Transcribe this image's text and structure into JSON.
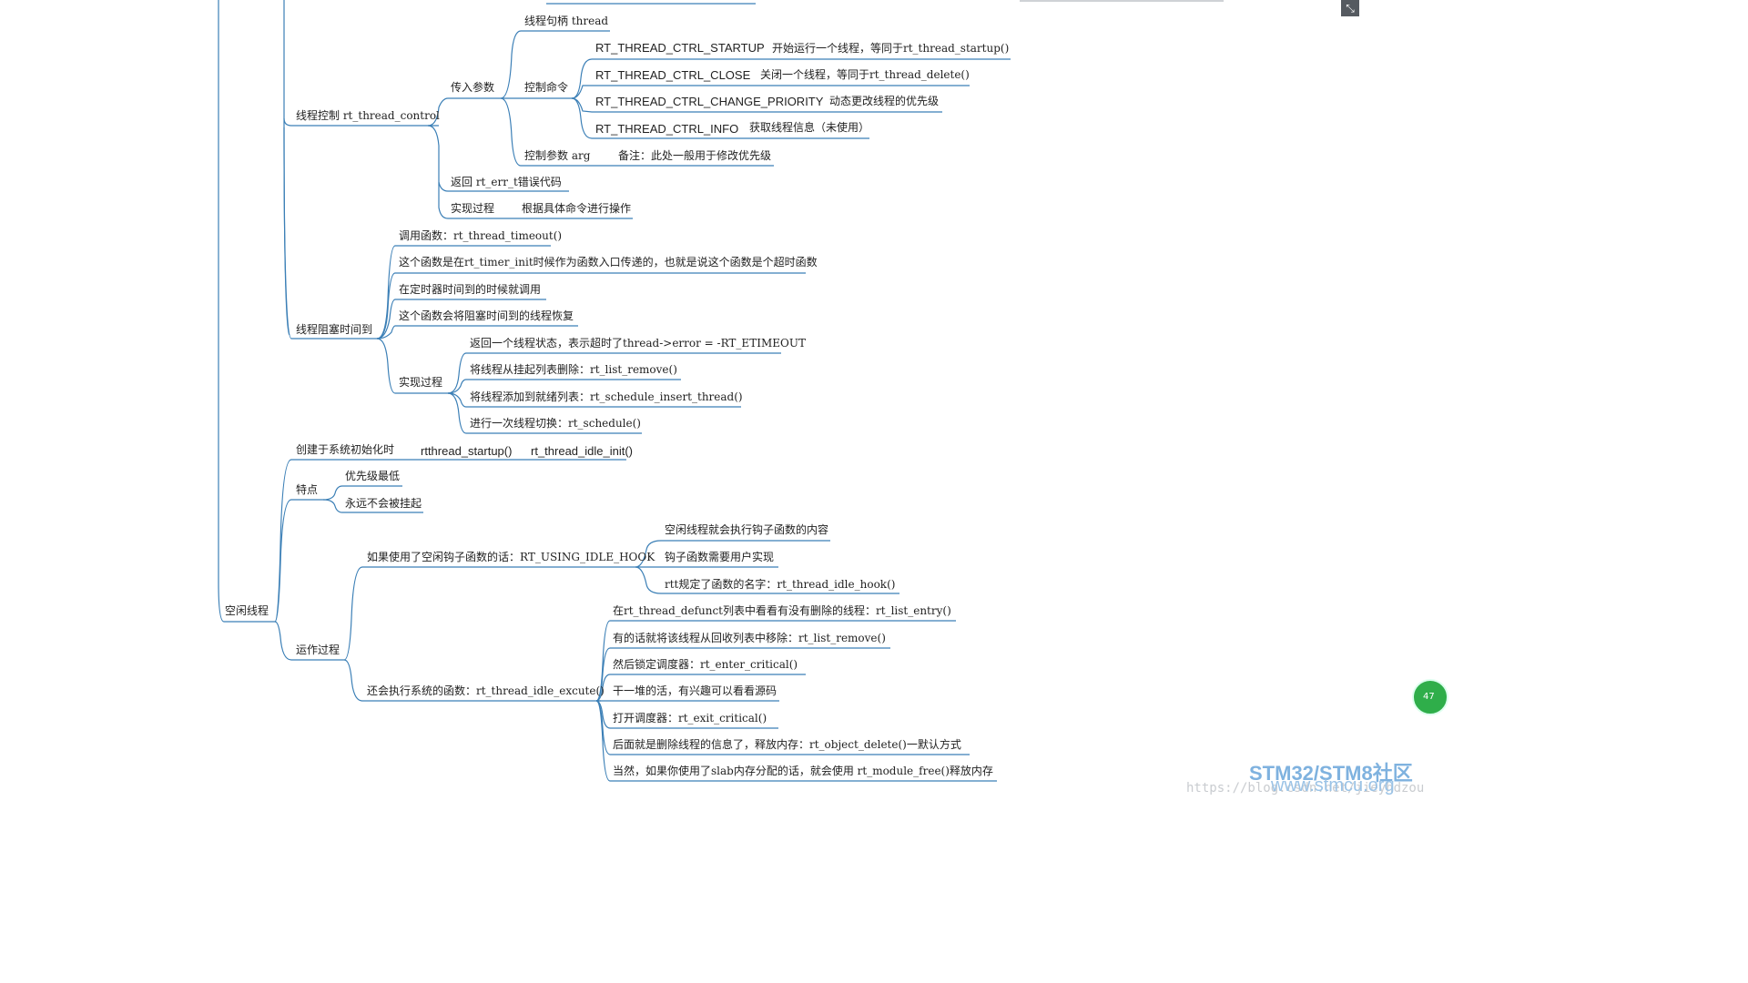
{
  "nodes": {
    "ctrl_root": "线程控制 rt_thread_control",
    "ctrl_params": "传入参数",
    "ctrl_handle": "线程句柄 thread",
    "ctrl_cmd": "控制命令",
    "cmd_startup": "RT_THREAD_CTRL_STARTUP",
    "cmd_startup_desc": "开始运行一个线程，等同于rt_thread_startup()",
    "cmd_close": "RT_THREAD_CTRL_CLOSE",
    "cmd_close_desc": "关闭一个线程，等同于rt_thread_delete()",
    "cmd_prio": "RT_THREAD_CTRL_CHANGE_PRIORITY",
    "cmd_prio_desc": "动态更改线程的优先级",
    "cmd_info": "RT_THREAD_CTRL_INFO",
    "cmd_info_desc": "获取线程信息（未使用）",
    "ctrl_arg": "控制参数 arg",
    "ctrl_arg_note": "备注：此处一般用于修改优先级",
    "ctrl_return": "返回 rt_err_t错误代码",
    "ctrl_impl": "实现过程",
    "ctrl_impl_desc": "根据具体命令进行操作",
    "timeout_root": "线程阻塞时间到",
    "timeout_call": "调用函数：rt_thread_timeout()",
    "timeout_note1": "这个函数是在rt_timer_init时候作为函数入口传递的，也就是说这个函数是个超时函数",
    "timeout_note2": "在定时器时间到的时候就调用",
    "timeout_note3": "这个函数会将阻塞时间到的线程恢复",
    "timeout_impl": "实现过程",
    "timeout_step1": "返回一个线程状态，表示超时了thread->error = -RT_ETIMEOUT",
    "timeout_step2": "将线程从挂起列表删除：rt_list_remove()",
    "timeout_step3": "将线程添加到就绪列表：rt_schedule_insert_thread()",
    "timeout_step4": "进行一次线程切换：rt_schedule()",
    "idle_root": "空闲线程",
    "idle_create": "创建于系统初始化时",
    "idle_create_f1": "rtthread_startup()",
    "idle_create_f2": "rt_thread_idle_init()",
    "idle_feature": "特点",
    "idle_feature1": "优先级最低",
    "idle_feature2": "永远不会被挂起",
    "idle_run": "运作过程",
    "idle_hook": "如果使用了空闲钩子函数的话：RT_USING_IDLE_HOOK",
    "idle_hook1": "空闲线程就会执行钩子函数的内容",
    "idle_hook2": "钩子函数需要用户实现",
    "idle_hook3": "rtt规定了函数的名字：rt_thread_idle_hook()",
    "idle_excute": "还会执行系统的函数：rt_thread_idle_excute()",
    "excute1": "在rt_thread_defunct列表中看看有没有删除的线程：rt_list_entry()",
    "excute2": "有的话就将该线程从回收列表中移除：rt_list_remove()",
    "excute3": "然后锁定调度器：rt_enter_critical()",
    "excute4": "干一堆的活，有兴趣可以看看源码",
    "excute5": "打开调度器：rt_exit_critical()",
    "excute6": "后面就是删除线程的信息了，释放内存：rt_object_delete()一默认方式",
    "excute7": "当然，如果你使用了slab内存分配的话，就会使用 rt_module_free()释放内存"
  },
  "ui": {
    "collapse_icon": "collapse-arrows-icon",
    "badge_text": "47"
  },
  "watermark": {
    "url": "https://blog.csdn.net/jieyhdzou",
    "brand": "STM32/STM8社区",
    "site": "www.stmcu.org"
  },
  "colors": {
    "branch": "#3b7fb6",
    "text": "#222222",
    "badge": "#2fae4a"
  }
}
